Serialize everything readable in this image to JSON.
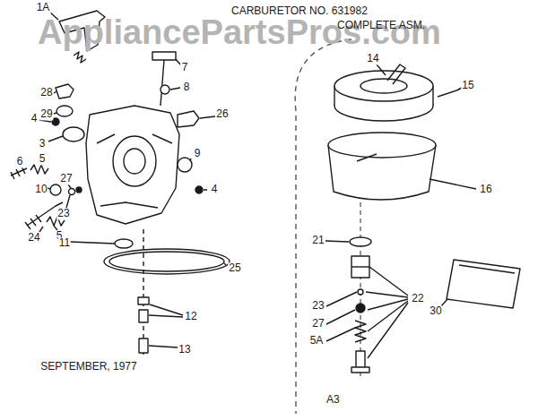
{
  "diagram": {
    "title": "CARBURETOR NO. 631982",
    "labels": [
      "AppliancePartsPros.com",
      "COMPLETE ASM.",
      "SEPTEMBER, 1977",
      "A3",
      "1A",
      "7",
      "28",
      "29",
      "8",
      "4",
      "3",
      "26",
      "6",
      "5",
      "9",
      "4",
      "10",
      "27",
      "23",
      "24",
      "5",
      "11",
      "25",
      "12",
      "13",
      "14",
      "15",
      "16",
      "21",
      "22",
      "23",
      "27",
      "5A",
      "30"
    ]
  }
}
